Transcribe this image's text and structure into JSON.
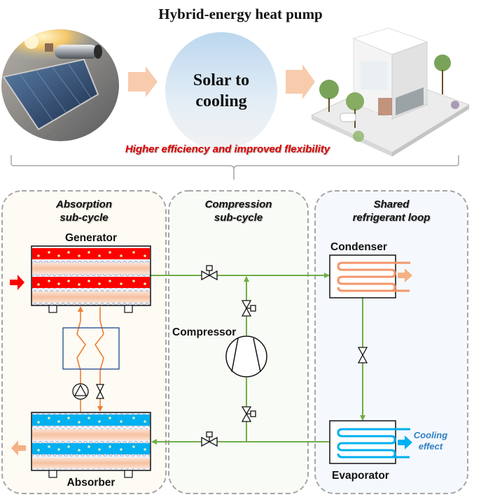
{
  "header": {
    "title": "Hybrid-energy heat pump",
    "center_concept": [
      "Solar to",
      "cooling"
    ],
    "slogan": "Higher efficiency and improved flexibility",
    "images": [
      "solar-thermal-collector-on-roof",
      "modern-house"
    ]
  },
  "panels": [
    {
      "id": "absorption",
      "title": [
        "Absorption",
        "sub-cycle"
      ],
      "bg": "#fdfbf3"
    },
    {
      "id": "compression",
      "title": [
        "Compression",
        "sub-cycle"
      ],
      "bg": "#f9fbf6"
    },
    {
      "id": "shared",
      "title": [
        "Shared",
        "refrigerant loop"
      ],
      "bg": "#f5f9fd"
    }
  ],
  "components": {
    "generator": "Generator",
    "absorber": "Absorber",
    "compressor": "Compressor",
    "condenser": "Condenser",
    "evaporator": "Evaporator",
    "cooling_effect": [
      "Cooling",
      "effect"
    ]
  },
  "colors": {
    "refrigerant_line": "#70ad47",
    "solution_line": "#ed7d31",
    "hot_band": "#ff0000",
    "cold_band": "#00b0f0",
    "heat_arrow": "#f4b183",
    "cooling_arrow": "#00b0f0",
    "heat_in_arrow": "#ff0000",
    "slogan": "#e00000",
    "panel_border": "#a6a6a6"
  }
}
